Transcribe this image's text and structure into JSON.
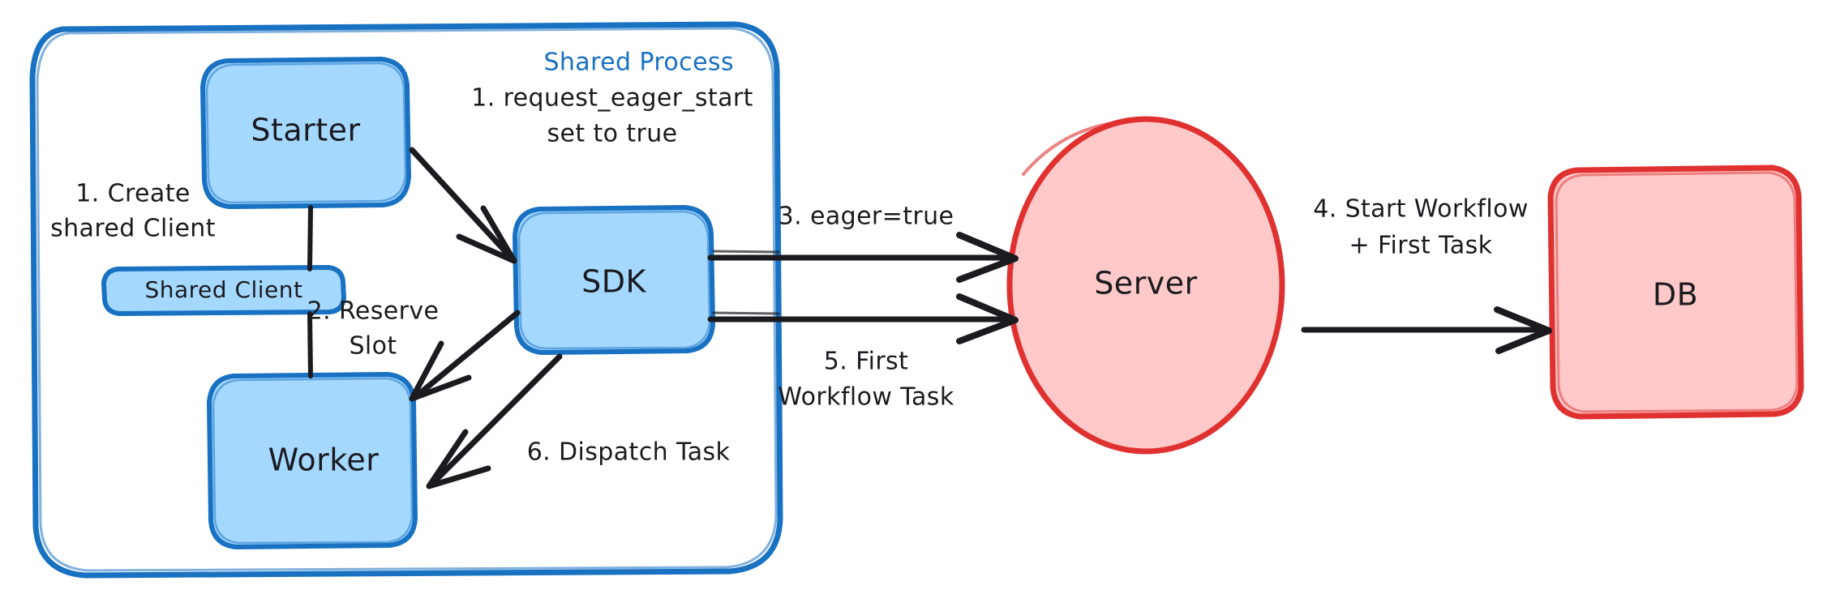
{
  "diagram": {
    "title_label": "Shared Process",
    "nodes": [
      {
        "id": "starter",
        "label": "Starter",
        "shape": "rounded-rect",
        "color": "blue"
      },
      {
        "id": "shared-client",
        "label": "Shared Client",
        "shape": "rounded-rect",
        "color": "blue"
      },
      {
        "id": "worker",
        "label": "Worker",
        "shape": "rounded-rect",
        "color": "blue"
      },
      {
        "id": "sdk",
        "label": "SDK",
        "shape": "rounded-rect",
        "color": "blue"
      },
      {
        "id": "server",
        "label": "Server",
        "shape": "ellipse",
        "color": "red"
      },
      {
        "id": "db",
        "label": "DB",
        "shape": "rounded-rect",
        "color": "red"
      }
    ],
    "edges": [
      {
        "id": "create-shared-client",
        "from": "starter",
        "to": "worker",
        "label_line1": "1. Create",
        "label_line2": "shared Client",
        "arrow": false
      },
      {
        "id": "request-eager-start",
        "from": "starter",
        "to": "sdk",
        "label_line1": "1. request_eager_start",
        "label_line2": "set to true",
        "arrow": true
      },
      {
        "id": "reserve-slot",
        "from": "sdk",
        "to": "worker",
        "label_line1": "2. Reserve",
        "label_line2": "Slot",
        "arrow": true
      },
      {
        "id": "eager-true",
        "from": "sdk",
        "to": "server",
        "label_line1": "3. eager=true",
        "label_line2": "",
        "arrow": true
      },
      {
        "id": "start-workflow",
        "from": "server",
        "to": "db",
        "label_line1": "4. Start Workflow",
        "label_line2": "+ First Task",
        "arrow": true
      },
      {
        "id": "first-workflow-task",
        "from": "server",
        "to": "sdk",
        "label_line1": "5. First",
        "label_line2": "Workflow Task",
        "arrow": true
      },
      {
        "id": "dispatch-task",
        "from": "sdk",
        "to": "worker",
        "label_line1": "6. Dispatch Task",
        "label_line2": "",
        "arrow": true
      }
    ],
    "colors": {
      "blue_fill": "#a5d8ff",
      "blue_stroke": "#1971c2",
      "red_fill": "#ffc9c9",
      "red_stroke": "#e03131",
      "ink": "#1b1b1f",
      "background": "#ffffff"
    }
  }
}
